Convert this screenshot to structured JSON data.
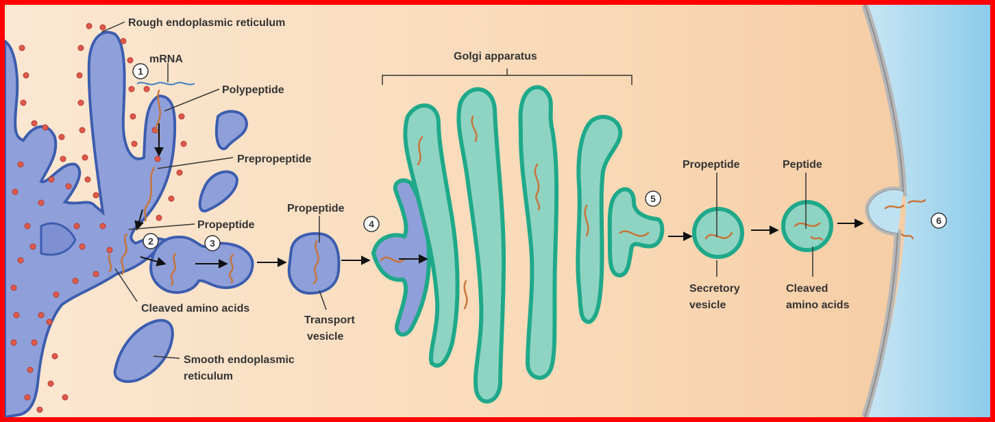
{
  "labels": {
    "rough_er": "Rough endoplasmic reticulum",
    "mrna": "mRNA",
    "polypeptide": "Polypeptide",
    "prepropeptide": "Prepropeptide",
    "propeptide_er": "Propeptide",
    "cleaved_er": "Cleaved amino acids",
    "smooth_er_1": "Smooth endoplasmic",
    "smooth_er_2": "reticulum",
    "propeptide_transport": "Propeptide",
    "transport_1": "Transport",
    "transport_2": "vesicle",
    "golgi": "Golgi apparatus",
    "propeptide_secretory": "Propeptide",
    "secretory_1": "Secretory",
    "secretory_2": "vesicle",
    "peptide": "Peptide",
    "cleaved_final_1": "Cleaved",
    "cleaved_final_2": "amino acids"
  },
  "steps": [
    "1",
    "2",
    "3",
    "4",
    "5",
    "6"
  ],
  "colors": {
    "cytoplasm": "#f9d8b4",
    "extracellular": "#a9d7ee",
    "er_fill": "#8f9fd9",
    "er_stroke": "#3c5dae",
    "golgi_fill": "#8fd4c2",
    "golgi_stroke": "#1fa98a",
    "ribosome": "#e05a4c",
    "peptide": "#c8743a",
    "border": "#ff0000"
  }
}
